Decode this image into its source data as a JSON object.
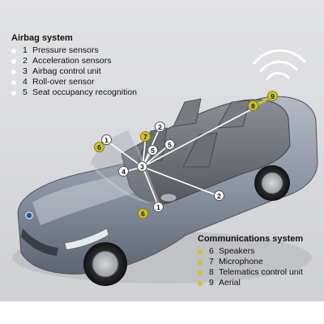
{
  "airbag_system": {
    "title": "Airbag system",
    "bullet_color": "#ffffff",
    "items": [
      {
        "num": "1",
        "label": "Pressure sensors"
      },
      {
        "num": "2",
        "label": "Acceleration sensors"
      },
      {
        "num": "3",
        "label": "Airbag control unit"
      },
      {
        "num": "4",
        "label": "Roll-over sensor"
      },
      {
        "num": "5",
        "label": "Seat occupancy recognition"
      }
    ]
  },
  "communications_system": {
    "title": "Communications system",
    "bullet_color": "#d2c22a",
    "items": [
      {
        "num": "6",
        "label": "Speakers"
      },
      {
        "num": "7",
        "label": "Microphone"
      },
      {
        "num": "8",
        "label": "Telematics control unit"
      },
      {
        "num": "9",
        "label": "Aerial"
      }
    ]
  },
  "callouts": [
    {
      "num": "1",
      "style": "white"
    },
    {
      "num": "1",
      "style": "white"
    },
    {
      "num": "2",
      "style": "white"
    },
    {
      "num": "2",
      "style": "white"
    },
    {
      "num": "3",
      "style": "white"
    },
    {
      "num": "4",
      "style": "white"
    },
    {
      "num": "5",
      "style": "white"
    },
    {
      "num": "5",
      "style": "white"
    },
    {
      "num": "6",
      "style": "yellow"
    },
    {
      "num": "6",
      "style": "yellow"
    },
    {
      "num": "7",
      "style": "yellow"
    },
    {
      "num": "8",
      "style": "yellow"
    },
    {
      "num": "9",
      "style": "yellow"
    }
  ],
  "colors": {
    "car_body": "#8c95a3",
    "accent_yellow": "#d2c22a",
    "background": "#dcdde0"
  }
}
